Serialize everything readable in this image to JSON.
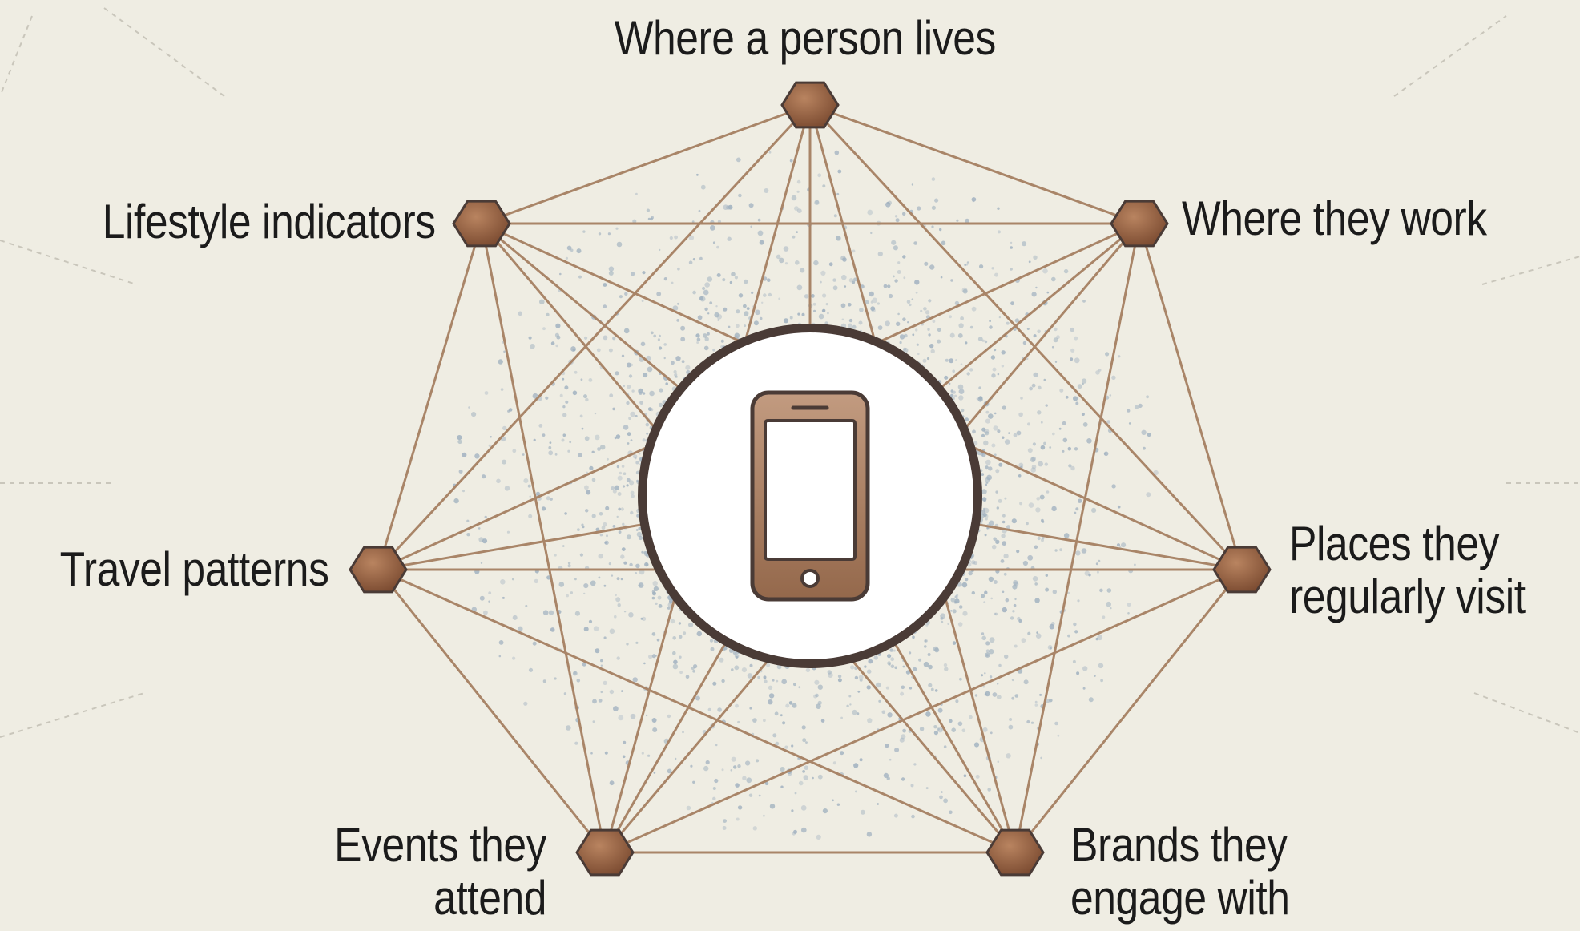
{
  "diagram": {
    "center": {
      "icon": "smartphone-icon"
    },
    "nodes": [
      {
        "id": "home",
        "lines": [
          "Where a person lives"
        ]
      },
      {
        "id": "work",
        "lines": [
          "Where they work"
        ]
      },
      {
        "id": "places",
        "lines": [
          "Places they",
          "regularly visit"
        ]
      },
      {
        "id": "brands",
        "lines": [
          "Brands they",
          "engage with"
        ]
      },
      {
        "id": "events",
        "lines": [
          "Events they",
          "attend"
        ]
      },
      {
        "id": "travel",
        "lines": [
          "Travel patterns"
        ]
      },
      {
        "id": "lifestyle",
        "lines": [
          "Lifestyle indicators"
        ]
      }
    ],
    "colors": {
      "background": "#efede3",
      "line": "#a98568",
      "node": "#8c5a3e",
      "node_highlight": "#b98460",
      "ring": "#4a3b36",
      "phone": "#a57a5c",
      "dots": "#9fb0bf"
    },
    "connections": "every node connected to every other node"
  }
}
